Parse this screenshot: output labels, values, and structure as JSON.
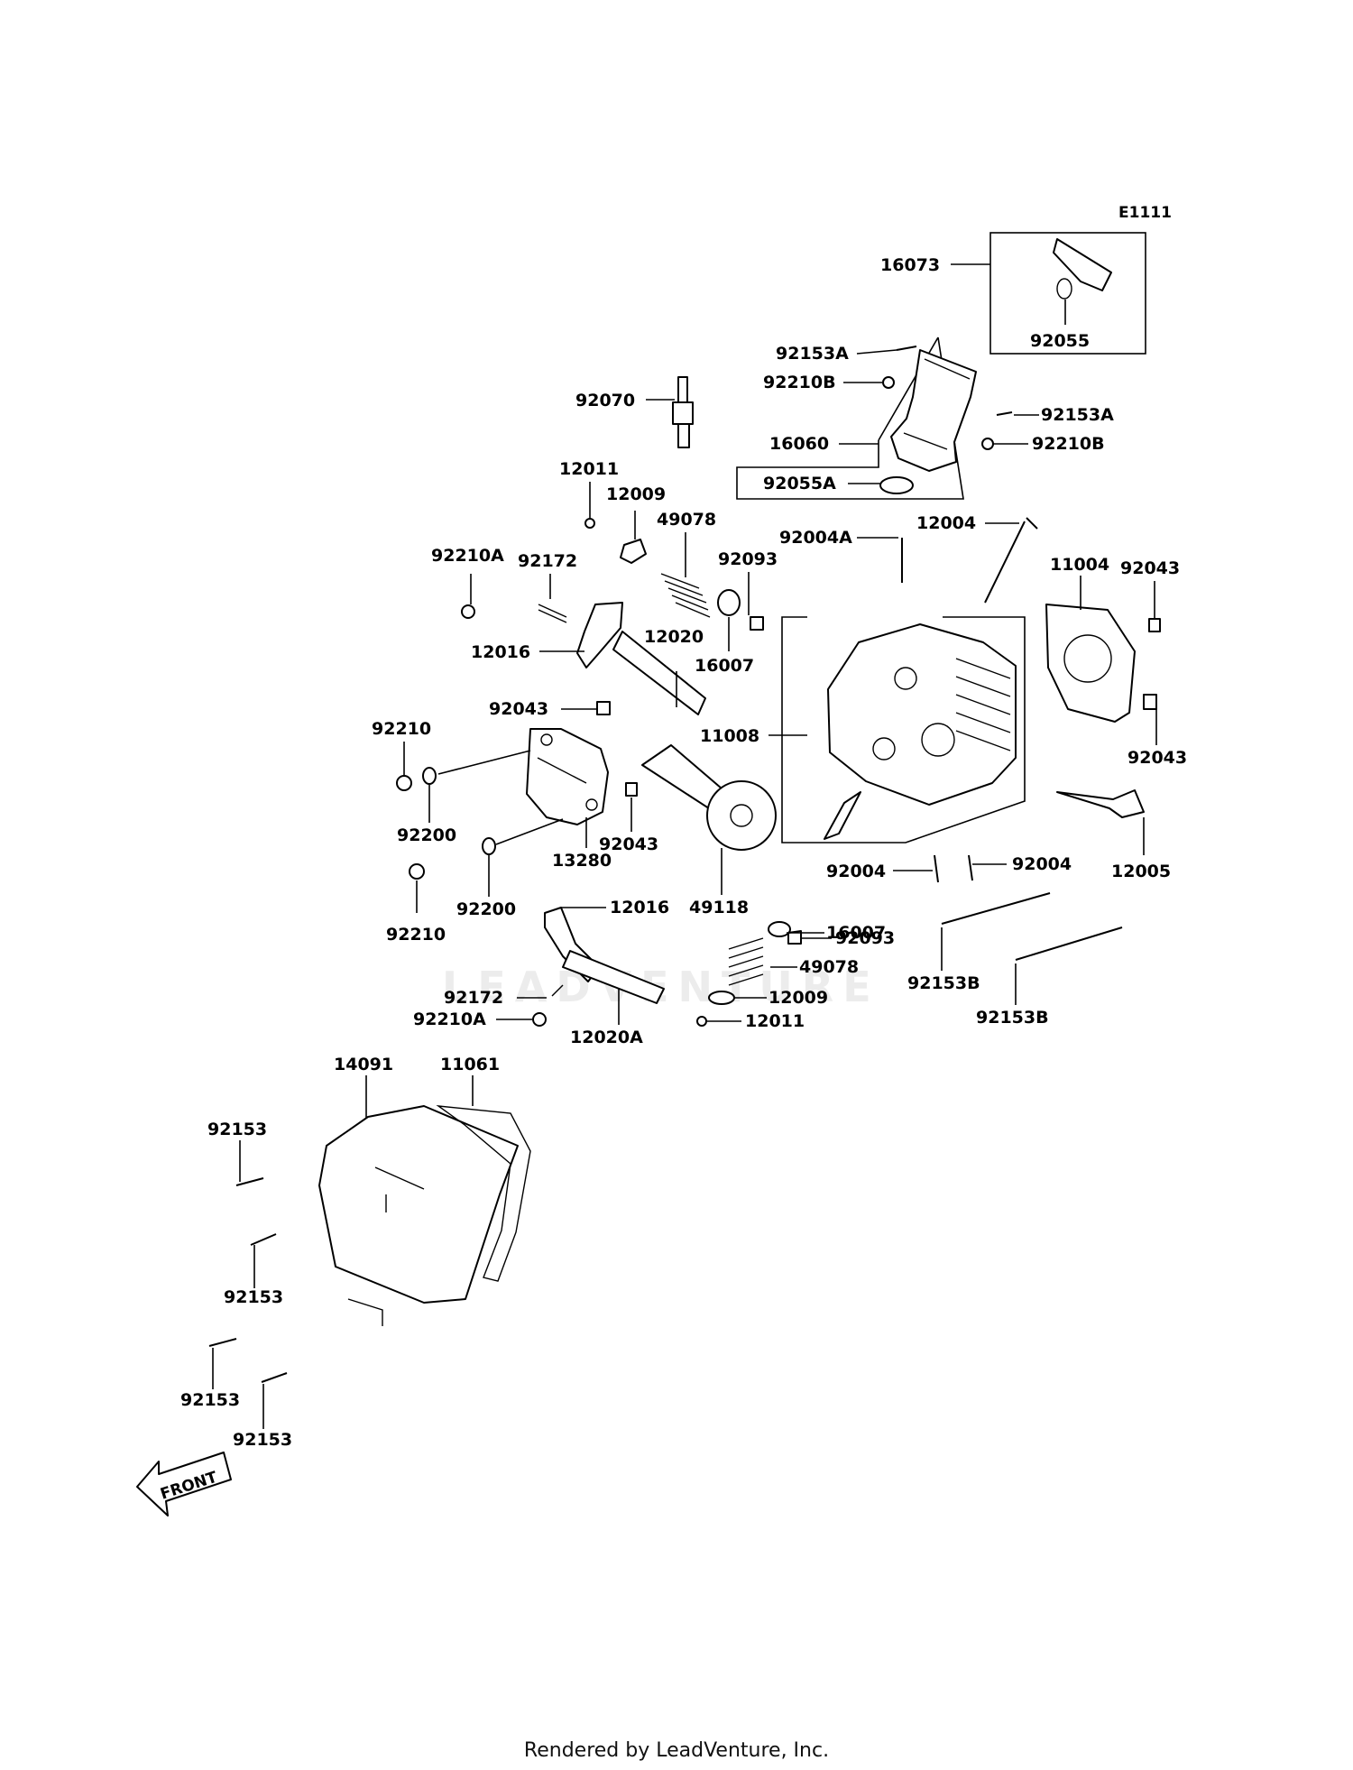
{
  "diagram_code": "E1111",
  "watermark": "LEADVENTURE",
  "front_label": "FRONT",
  "footer": "Rendered by LeadVenture, Inc.",
  "callouts": {
    "c16073": "16073",
    "c92055": "92055",
    "c92153A_1": "92153A",
    "c92210B_1": "92210B",
    "c92153A_2": "92153A",
    "c92210B_2": "92210B",
    "c16060": "16060",
    "c92055A": "92055A",
    "c92070": "92070",
    "c12011_1": "12011",
    "c12009_1": "12009",
    "c49078_1": "49078",
    "c92093_1": "92093",
    "c92004A": "92004A",
    "c12004": "12004",
    "c11004": "11004",
    "c92043_1": "92043",
    "c92210A_1": "92210A",
    "c92172_1": "92172",
    "c12016_1": "12016",
    "c12020": "12020",
    "c16007_1": "16007",
    "c92043_2": "92043",
    "c11008": "11008",
    "c92043_3": "92043",
    "c92210_1": "92210",
    "c92200_1": "92200",
    "c13280": "13280",
    "c92043_4": "92043",
    "c49118": "49118",
    "c92004_1": "92004",
    "c92004_2": "92004",
    "c12005": "12005",
    "c92200_2": "92200",
    "c92210_2": "92210",
    "c12016_2": "12016",
    "c92093_2": "92093",
    "c16007_2": "16007",
    "c49078_2": "49078",
    "c92153B_1": "92153B",
    "c92153B_2": "92153B",
    "c92172_2": "92172",
    "c12009_2": "12009",
    "c92210A_2": "92210A",
    "c12020A": "12020A",
    "c12011_2": "12011",
    "c14091": "14091",
    "c11061": "11061",
    "c92153_1": "92153",
    "c92153_2": "92153",
    "c92153_3": "92153",
    "c92153_4": "92153"
  }
}
